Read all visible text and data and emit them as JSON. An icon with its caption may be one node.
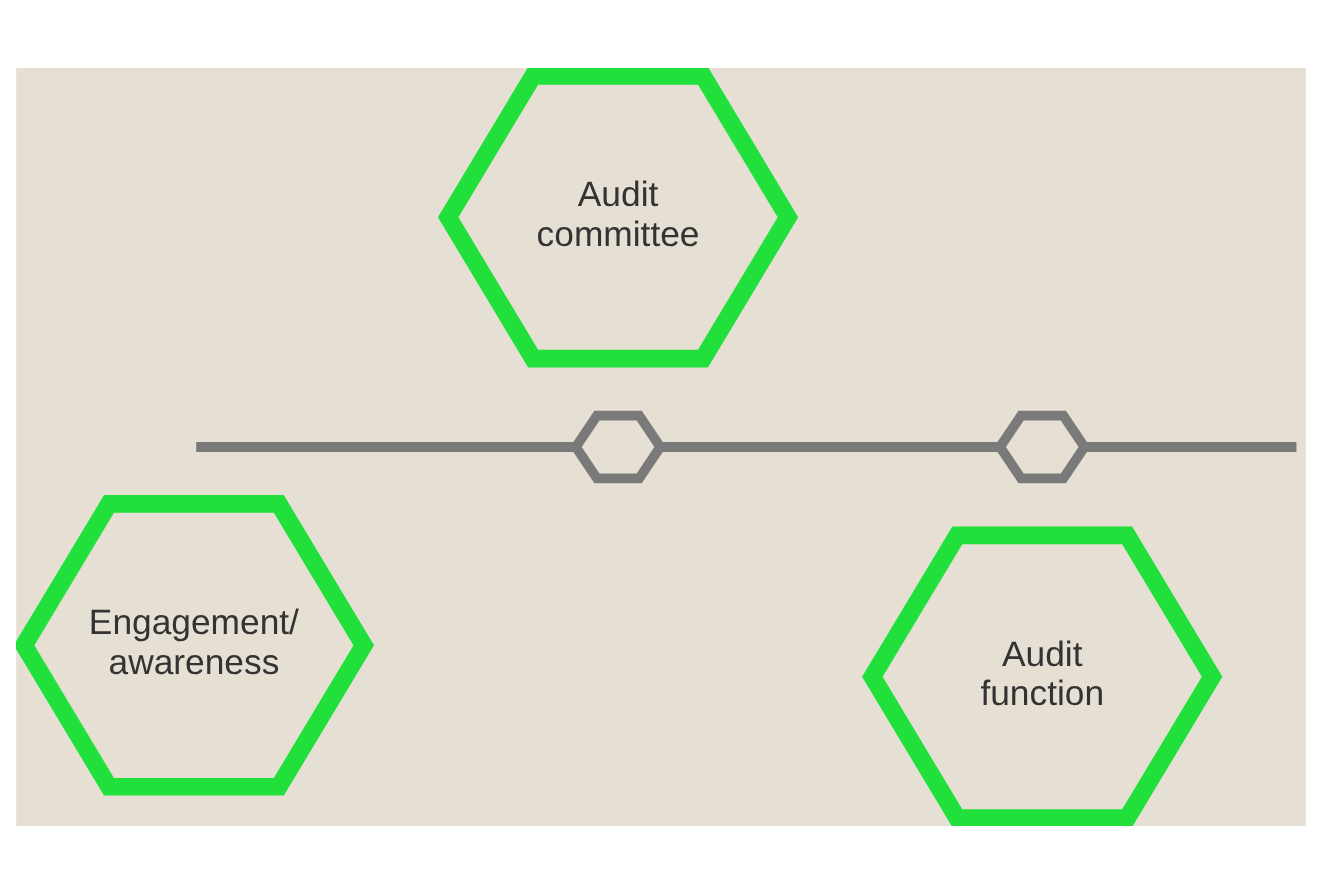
{
  "diagram": {
    "nodes": [
      {
        "text": [
          "Engagement/ awareness"
        ]
      },
      {
        "text": [
          "Audit function"
        ]
      },
      {
        "text": [],
        "shape": "hexagon"
      },
      {
        "text": [
          "Audit committee"
        ]
      },
      {
        "text": [],
        "shape": "hexagon"
      }
    ],
    "edges": [
      {
        "from": null,
        "to": 2,
        "arrow": "none"
      },
      {
        "from": 2,
        "to": 4,
        "arrow": "none"
      },
      {
        "from": 4,
        "to": null,
        "arrow": "none"
      }
    ]
  }
}
